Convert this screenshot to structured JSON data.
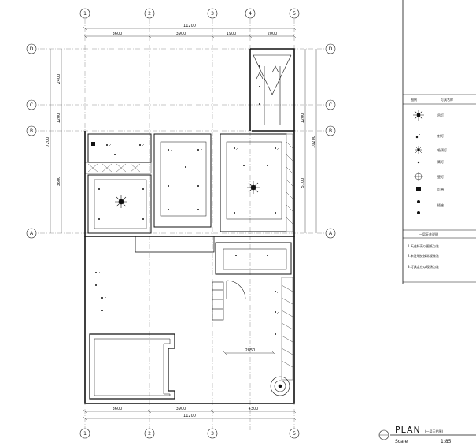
{
  "grid": {
    "columns": [
      "1",
      "2",
      "3",
      "4",
      "5"
    ],
    "rows": [
      "D",
      "C",
      "B",
      "A"
    ]
  },
  "dims": {
    "top_overall": "11200",
    "top_segments": [
      "3600",
      "3900",
      "1900",
      "2000"
    ],
    "bottom_overall": "11200",
    "bottom_segments": [
      "3600",
      "3900",
      "4300"
    ],
    "left_segments": [
      "2400",
      "1200",
      "3600"
    ],
    "left_overall": "7200",
    "right_segments": [
      "1200",
      "5100"
    ],
    "right_overall": "10200",
    "interior_dim": "2850"
  },
  "legend": {
    "header_symbol": "图例",
    "header_name": "灯具名称",
    "item_labels": [
      "吊灯",
      "射灯",
      "吸顶灯",
      "筒灯",
      "壁灯",
      "灯带",
      "插座"
    ],
    "notes_title": "一层天花说明",
    "notes": [
      "1.天花标高以图纸为准",
      "2.未注明处按常规做法",
      "3.灯具定位以现场为准"
    ]
  },
  "title": {
    "main": "PLAN",
    "sub": "(一层天花图)",
    "scale_label": "Scale",
    "scale_value": "1:85"
  }
}
